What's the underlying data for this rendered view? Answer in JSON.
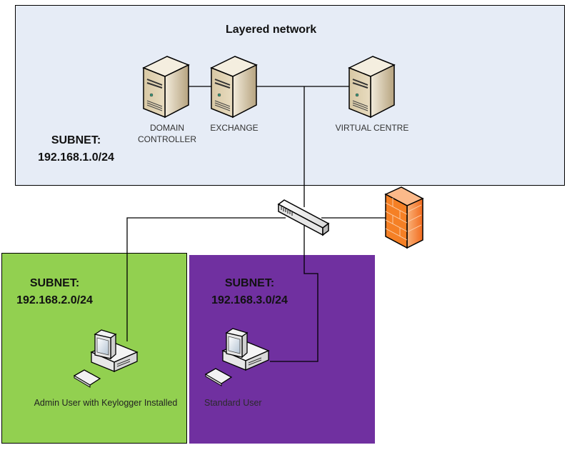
{
  "diagram": {
    "title": "Layered network",
    "zones": [
      {
        "id": "core",
        "subnet_label": "SUBNET:",
        "subnet": "192.168.1.0/24",
        "color": "#e6ecf6"
      },
      {
        "id": "admin",
        "subnet_label": "SUBNET:",
        "subnet": "192.168.2.0/24",
        "color": "#92d050"
      },
      {
        "id": "user",
        "subnet_label": "SUBNET:",
        "subnet": "192.168.3.0/24",
        "color": "#7030a0"
      }
    ],
    "devices": {
      "domain_controller": {
        "label_line1": "DOMAIN",
        "label_line2": "CONTROLLER",
        "icon": "server-icon"
      },
      "exchange": {
        "label": "EXCHANGE",
        "icon": "server-icon"
      },
      "virtual_centre": {
        "label": "VIRTUAL CENTRE",
        "icon": "server-icon"
      },
      "switch": {
        "icon": "switch-icon"
      },
      "firewall": {
        "icon": "firewall-icon",
        "color": "#f58025"
      },
      "admin_pc": {
        "label": "Admin User with Keylogger Installed",
        "icon": "workstation-icon"
      },
      "user_pc": {
        "label": "Standard User",
        "icon": "workstation-icon"
      }
    }
  }
}
